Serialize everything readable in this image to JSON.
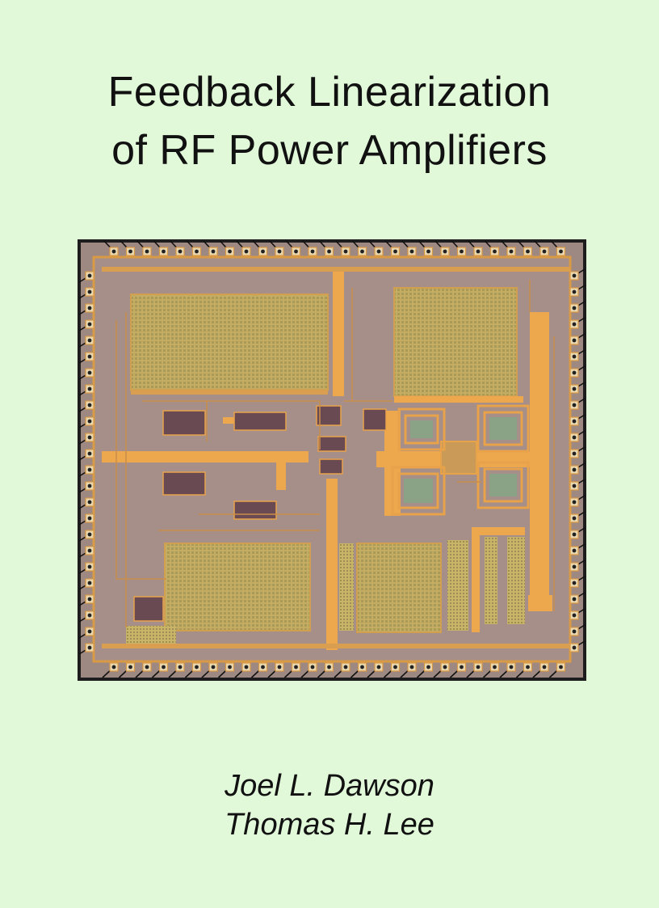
{
  "book": {
    "title_line1": "Feedback Linearization",
    "title_line2": "of RF Power Amplifiers",
    "author1": "Joel L. Dawson",
    "author2": "Thomas H. Lee"
  },
  "colors": {
    "background": "#e1f8d9",
    "die_frame": "#2a2a2a",
    "die_substrate": "#a08a84",
    "metal_gold": "#e8a24a",
    "capacitor_array": "#b8a35a"
  }
}
